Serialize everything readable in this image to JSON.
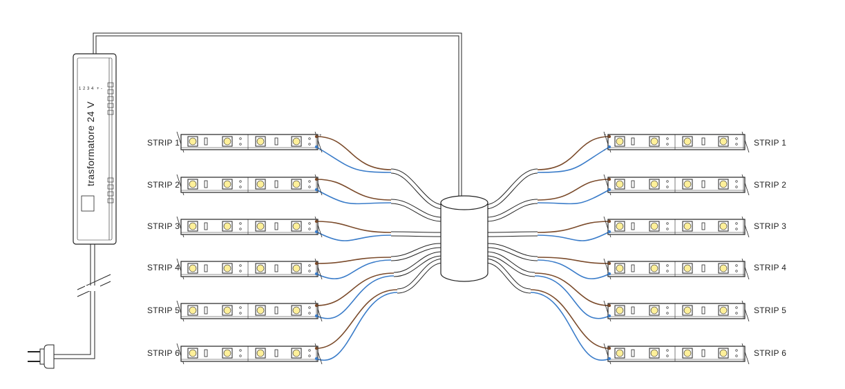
{
  "transformer": {
    "label": "trasformatore 24 V",
    "markings": [
      "1",
      "2",
      "3",
      "4",
      "+",
      "-"
    ]
  },
  "strips_left": [
    "STRIP 1",
    "STRIP 2",
    "STRIP 3",
    "STRIP 4",
    "STRIP 5",
    "STRIP 6"
  ],
  "strips_right": [
    "STRIP 1",
    "STRIP 2",
    "STRIP 3",
    "STRIP 4",
    "STRIP 5",
    "STRIP 6"
  ],
  "polarity": {
    "plus": "+",
    "minus": "-"
  },
  "colors": {
    "positive_wire": "#7a4a2a",
    "negative_wire": "#3a7cc9",
    "led": "#fff09a",
    "outline": "#222222"
  }
}
